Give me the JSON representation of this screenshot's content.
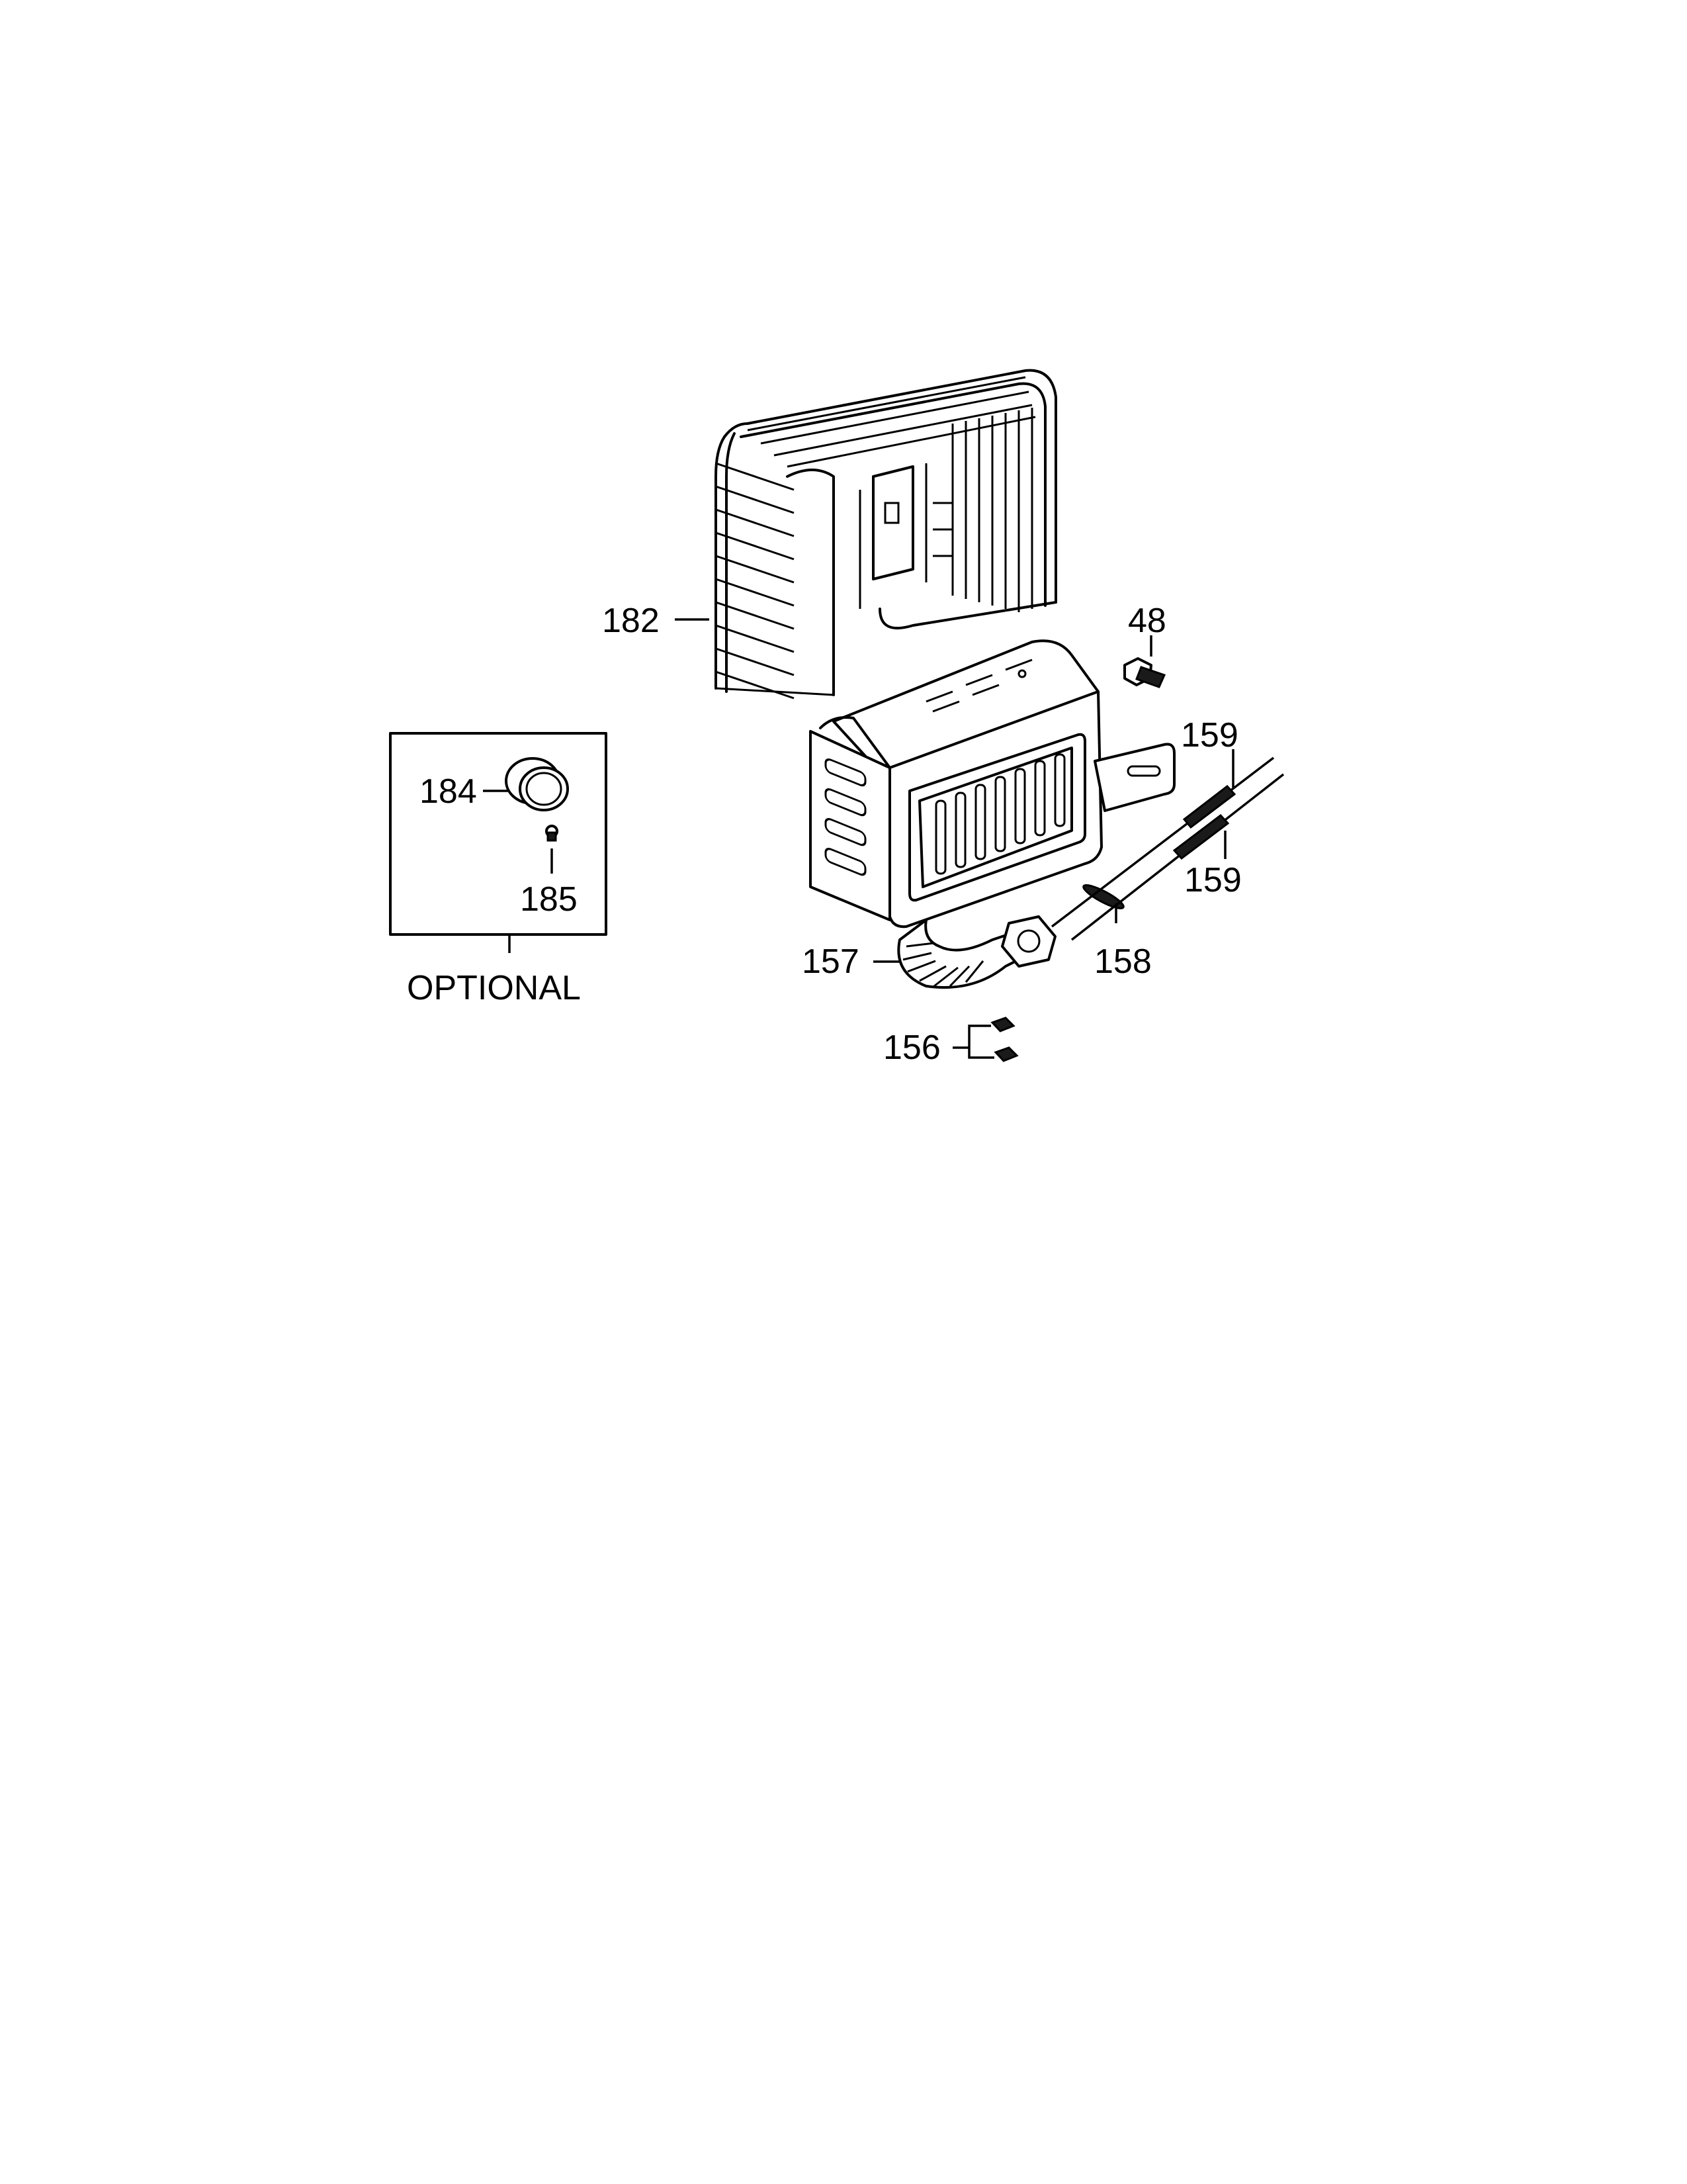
{
  "diagram": {
    "callouts": {
      "p182": "182",
      "p48": "48",
      "p184": "184",
      "p185": "185",
      "p159a": "159",
      "p159b": "159",
      "p157": "157",
      "p158": "158",
      "p156": "156"
    },
    "optional_box_label": "OPTIONAL"
  }
}
